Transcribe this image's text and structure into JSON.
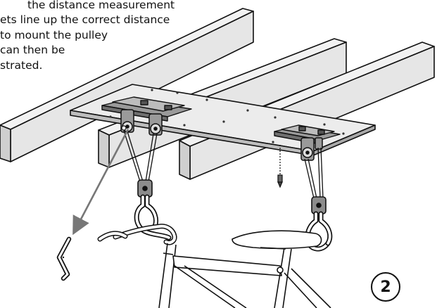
{
  "instruction": {
    "lines": [
      "the distance measurement",
      "ets line up the correct distance",
      "to mount the pulley",
      "can then be",
      "strated."
    ]
  },
  "step_number": "2",
  "colors": {
    "ink": "#111111",
    "beam_fill": "#e6e6e6",
    "beam_top": "#f2f2f2",
    "beam_side": "#cfcfcf",
    "plate_fill": "#ececec",
    "bracket_fill": "#8c8c8c",
    "arrow_grey": "#777777"
  },
  "icons": [
    "ceiling-joist",
    "mounting-plate",
    "pulley",
    "rope",
    "bike-hook",
    "bicycle",
    "screw",
    "hook-detail"
  ]
}
